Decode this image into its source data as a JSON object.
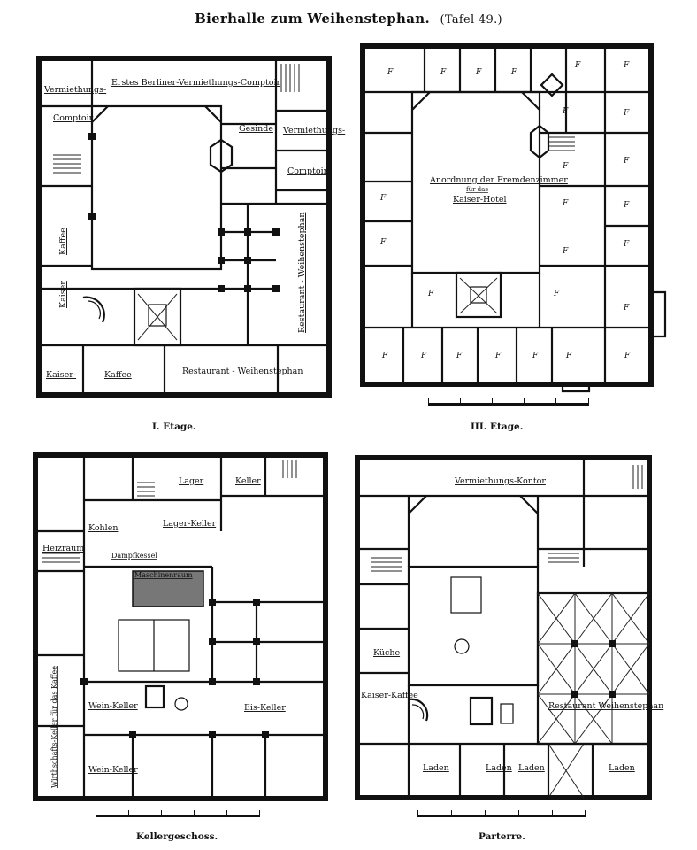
{
  "header": {
    "title": "Bierhalle zum Weihenstephan.",
    "plate": "(Tafel 49.)"
  },
  "plans": {
    "first_floor": {
      "caption": "I. Etage.",
      "labels": {
        "verm_left": "Vermiethungs-",
        "comptoir_left": "Comptoir",
        "berliner": "Erstes Berliner-Vermiethungs-Comptoir",
        "gesinde": "Gesinde",
        "verm_right": "Vermiethungs-",
        "comptoir_right": "Comptoir",
        "kaffee_v": "Kaffee",
        "kaiser_v": "Kaiser",
        "restaurant_v": "Restaurant - Weihenstephan",
        "kaiser_b": "Kaiser-",
        "kaffee_b": "Kaffee",
        "restaurant_b": "Restaurant - Weihenstephan"
      }
    },
    "third_floor": {
      "caption": "III. Etage.",
      "labels": {
        "anordnung": "Anordnung der Fremdenzimmer",
        "fur_das": "für das",
        "kaiser_hotel": "Kaiser-Hotel"
      },
      "room_mark": "F"
    },
    "cellar": {
      "caption": "Kellergeschoss.",
      "labels": {
        "lager_keller_top": "Lager",
        "keller_top": "Keller",
        "kohlen": "Kohlen",
        "lager_keller": "Lager-Keller",
        "heizraum": "Heizraum",
        "dampfkessel": "Dampfkessel",
        "maschinen": "Maschinenraum",
        "wein_keller_1": "Wein-Keller",
        "eis_keller": "Eis-Keller",
        "wein_keller_2": "Wein-Keller",
        "wirthschafts_v": "Wirthschafts-Keller für das Kaffee"
      }
    },
    "ground": {
      "caption": "Parterre.",
      "labels": {
        "vermiethungs_kontor": "Vermiethungs-Kontor",
        "kuche": "Küche",
        "kaiser_kaffee": "Kaiser-Kaffee",
        "restaurant": "Restaurant Weihenstephan",
        "laden_1": "Laden",
        "laden_2": "Laden",
        "laden_3": "Laden",
        "laden_4": "Laden"
      }
    }
  }
}
